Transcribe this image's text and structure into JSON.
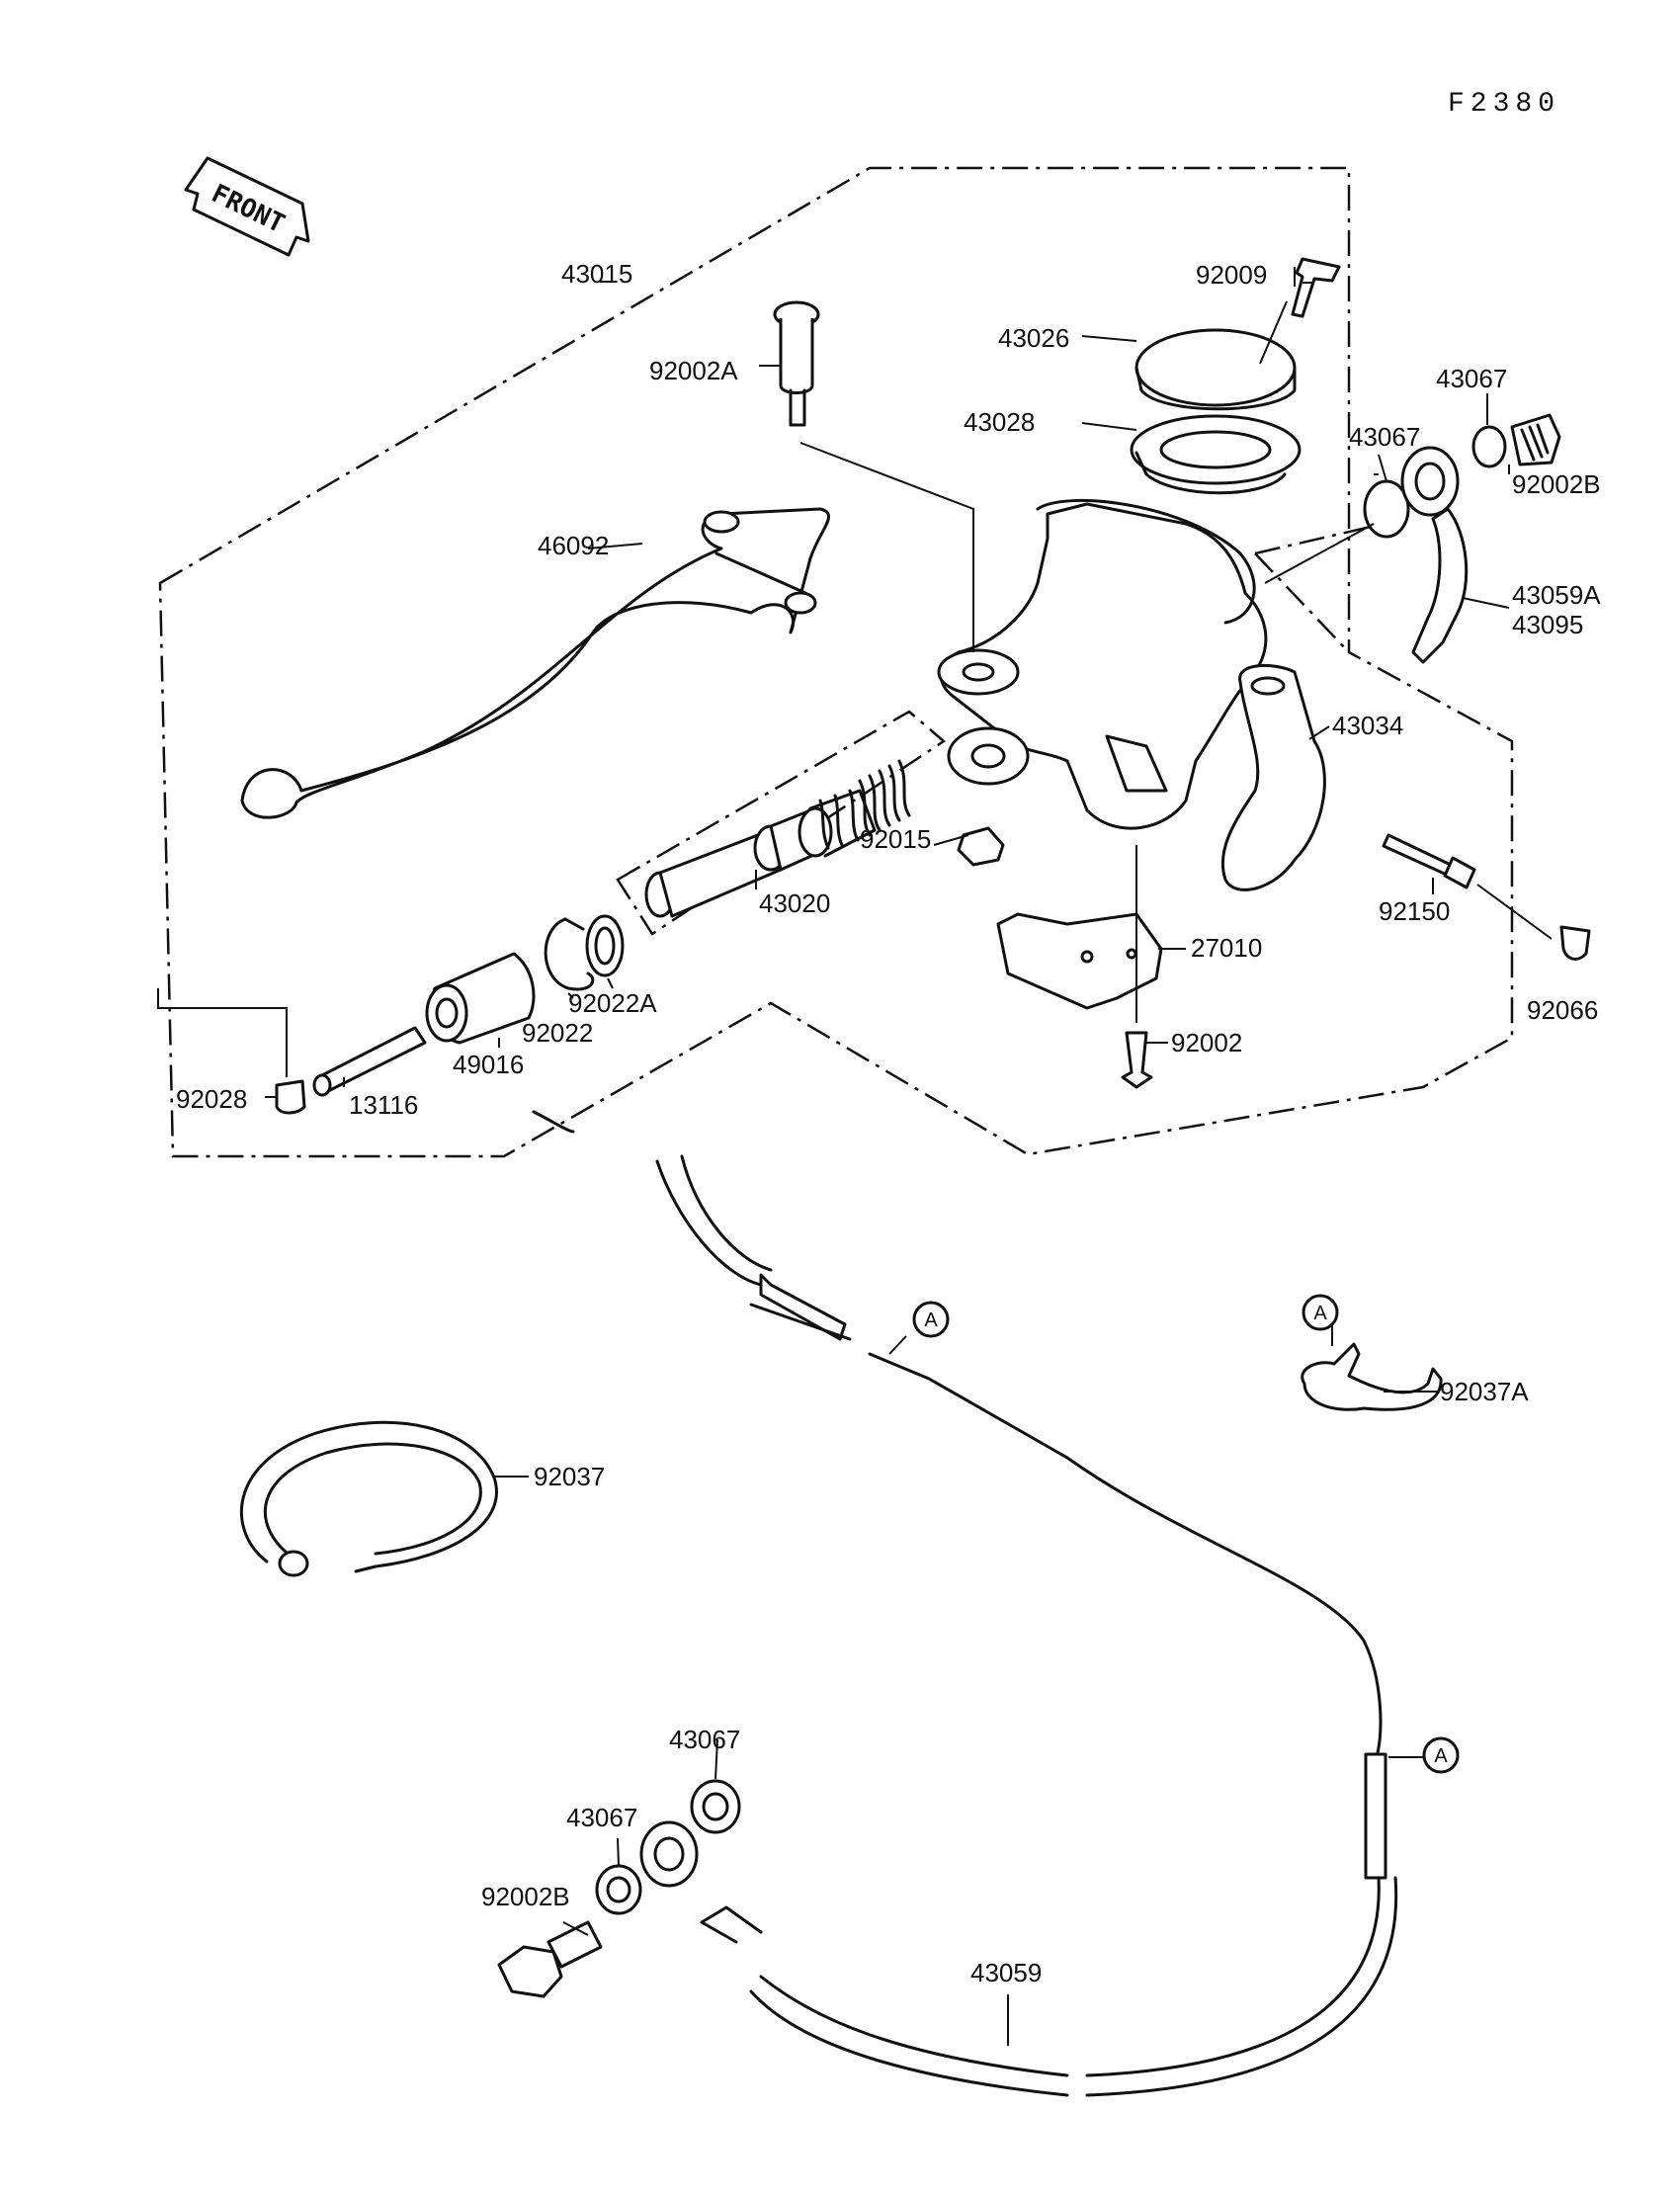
{
  "figure_code": "F2380",
  "front_label": "FRONT",
  "circle_ref": "A",
  "parts": {
    "p43015": "43015",
    "p92009": "92009",
    "p43026": "43026",
    "p92002A": "92002A",
    "p43028": "43028",
    "p43067_a": "43067",
    "p43067_b": "43067",
    "p92002B_top": "92002B",
    "p46092": "46092",
    "p43059A": "43059A",
    "p43095": "43095",
    "p43034": "43034",
    "p92015": "92015",
    "p43020": "43020",
    "p92150": "92150",
    "p27010": "27010",
    "p92022A": "92022A",
    "p92066": "92066",
    "p92022": "92022",
    "p49016": "49016",
    "p92002": "92002",
    "p92028": "92028",
    "p13116": "13116",
    "p92037A": "92037A",
    "p92037": "92037",
    "p43067_c": "43067",
    "p43067_d": "43067",
    "p92002B_bottom": "92002B",
    "p43059": "43059"
  }
}
